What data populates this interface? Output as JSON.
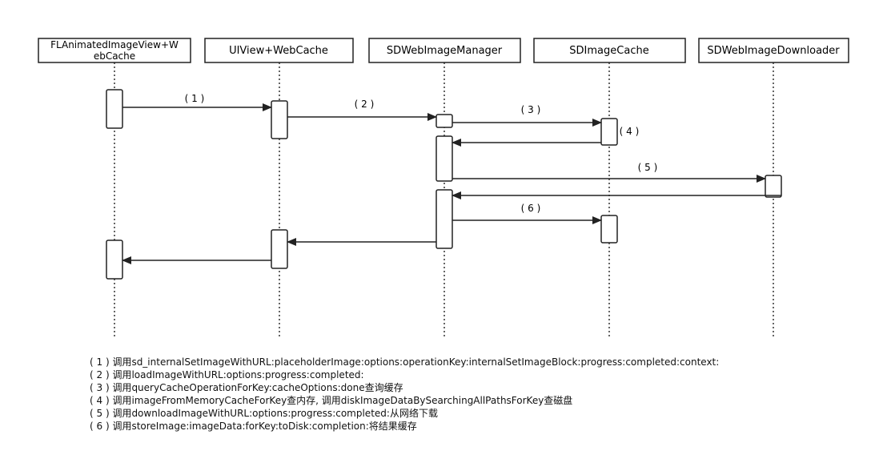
{
  "diagram": {
    "participants": [
      {
        "id": "p1",
        "label_line1": "FLAnimatedImageView+W",
        "label_line2": "ebCache"
      },
      {
        "id": "p2",
        "label_line1": "UIView+WebCache",
        "label_line2": ""
      },
      {
        "id": "p3",
        "label_line1": "SDWebImageManager",
        "label_line2": ""
      },
      {
        "id": "p4",
        "label_line1": "SDImageCache",
        "label_line2": ""
      },
      {
        "id": "p5",
        "label_line1": "SDWebImageDownloader",
        "label_line2": ""
      }
    ],
    "messages": [
      {
        "from": "p1",
        "to": "p2",
        "label": "( 1 )"
      },
      {
        "from": "p2",
        "to": "p3",
        "label": "( 2 )"
      },
      {
        "from": "p3",
        "to": "p4",
        "label": "( 3 )"
      },
      {
        "from": "p4",
        "to": "p3",
        "label": ""
      },
      {
        "from": "p3",
        "to": "p5",
        "label": "( 5 )"
      },
      {
        "from": "p5",
        "to": "p3",
        "label": ""
      },
      {
        "from": "p3",
        "to": "p4",
        "label": "( 6 )"
      },
      {
        "from": "p3",
        "to": "p2",
        "label": ""
      },
      {
        "from": "p2",
        "to": "p1",
        "label": ""
      }
    ],
    "self_note": {
      "on": "p4",
      "label": "( 4 )"
    }
  },
  "notes": [
    "( 1 ) 调用sd_internalSetImageWithURL:placeholderImage:options:operationKey:internalSetImageBlock:progress:completed:context:",
    "( 2 ) 调用loadImageWithURL:options:progress:completed:",
    "( 3 ) 调用queryCacheOperationForKey:cacheOptions:done查询缓存",
    "( 4 ) 调用imageFromMemoryCacheForKey查内存, 调用diskImageDataBySearchingAllPathsForKey查磁盘",
    "( 5 ) 调用downloadImageWithURL:options:progress:completed:从网络下载",
    "( 6 ) 调用storeImage:imageData:forKey:toDisk:completion:将结果缓存"
  ]
}
